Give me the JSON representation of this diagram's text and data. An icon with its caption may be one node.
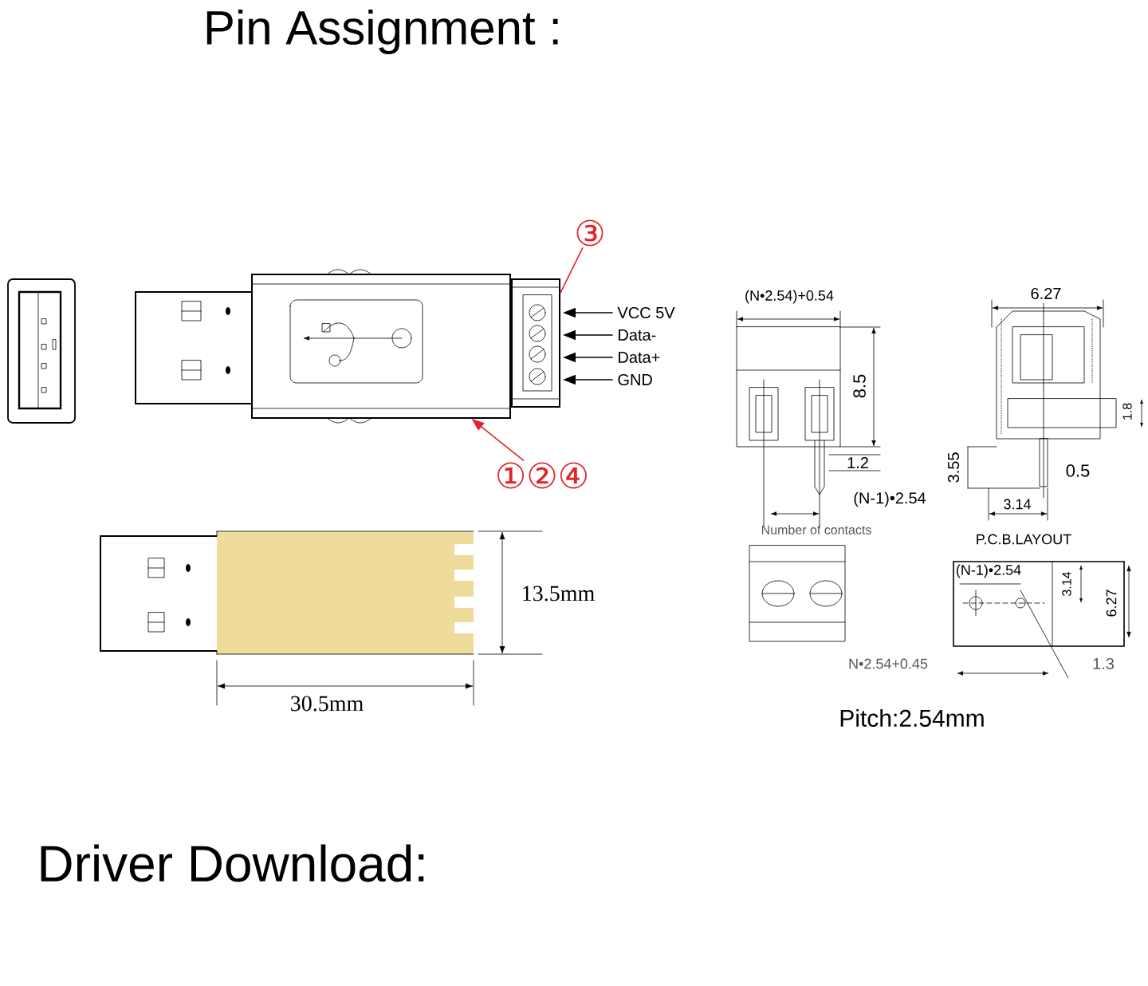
{
  "diagram": {
    "title": "Pin Assignment :",
    "nodes": [
      {
        "text": [
          "VCC 5V"
        ]
      },
      {
        "text": [
          "Data-"
        ]
      },
      {
        "text": [
          "Data+"
        ]
      },
      {
        "text": [
          "GND"
        ]
      },
      {
        "text": [],
        "shape": "box"
      },
      {
        "text": [
          "③"
        ]
      },
      {
        "text": [
          "①②④"
        ]
      },
      {
        "text": [],
        "shape": "box"
      }
    ],
    "edges": [
      {
        "from": 0,
        "to": 7,
        "arrow": "to"
      },
      {
        "from": 1,
        "to": 7,
        "arrow": "to"
      },
      {
        "from": 2,
        "to": 7,
        "arrow": "to"
      },
      {
        "from": 3,
        "to": 7,
        "arrow": "to"
      },
      {
        "from": 5,
        "to": 7,
        "arrow": "none",
        "color": "#e0242a"
      },
      {
        "from": 6,
        "to": 4,
        "arrow": "to",
        "color": "#e0242a"
      }
    ],
    "labels": [
      "13.5mm",
      "30.5mm",
      "(N•2.54)+0.54",
      "8.5",
      "1.2",
      "(N-1)•2.54",
      "Number of contacts",
      "6.27",
      "1.8",
      "3.55",
      "0.5",
      "3.14",
      "P.C.B.LAYOUT",
      "(N-1)•2.54",
      "3.14",
      "6.27",
      "N•2.54+0.45",
      "1.3",
      "Pitch:2.54mm",
      "Driver Download:"
    ]
  }
}
